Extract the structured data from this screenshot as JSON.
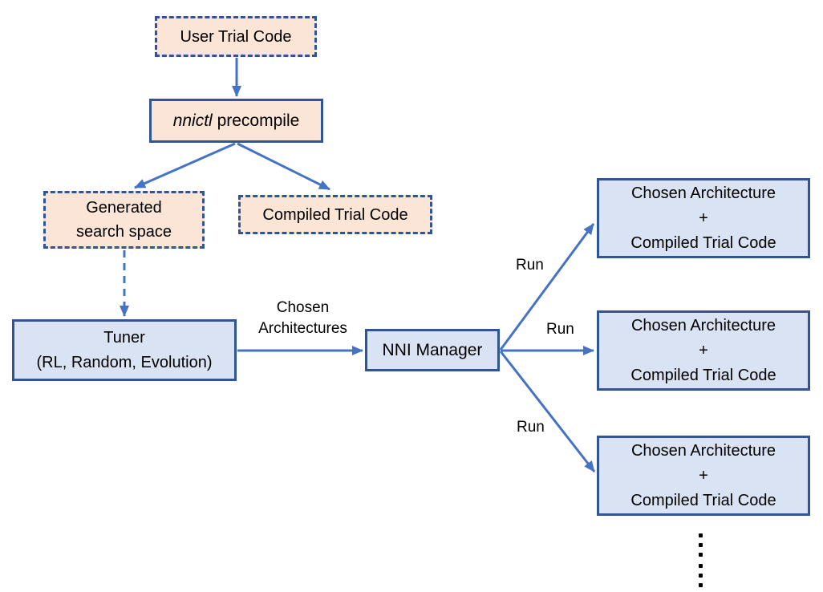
{
  "diagram": {
    "description": "NNI nnictl precompile workflow diagram",
    "colors": {
      "peach_fill": "#FBE5D6",
      "blue_fill": "#DAE3F3",
      "box_border": "#2F5597",
      "arrow": "#4472C4",
      "text": "#000000",
      "background": "#ffffff"
    },
    "nodes": {
      "user_trial_code": {
        "label": "User Trial Code",
        "style": "dashed-peach"
      },
      "nnictl_precompile": {
        "label_italic": "nnictl",
        "label_rest": " precompile",
        "style": "solid-peach"
      },
      "generated_search_space": {
        "line1": "Generated",
        "line2": "search space",
        "style": "dashed-peach"
      },
      "compiled_trial_code": {
        "label": "Compiled Trial Code",
        "style": "dashed-peach"
      },
      "tuner": {
        "line1": "Tuner",
        "line2": "(RL, Random, Evolution)",
        "style": "solid-blue"
      },
      "nni_manager": {
        "label": "NNI Manager",
        "style": "solid-blue"
      },
      "trials": [
        {
          "line1": "Chosen Architecture",
          "line2": "+",
          "line3": "Compiled Trial Code",
          "style": "solid-blue"
        },
        {
          "line1": "Chosen Architecture",
          "line2": "+",
          "line3": "Compiled Trial Code",
          "style": "solid-blue"
        },
        {
          "line1": "Chosen Architecture",
          "line2": "+",
          "line3": "Compiled Trial Code",
          "style": "solid-blue"
        }
      ]
    },
    "edge_labels": {
      "chosen_architectures_line1": "Chosen",
      "chosen_architectures_line2": "Architectures",
      "run_labels": [
        "Run",
        "Run",
        "Run"
      ]
    },
    "ellipsis": "vertical continuation dots (more trials)"
  }
}
